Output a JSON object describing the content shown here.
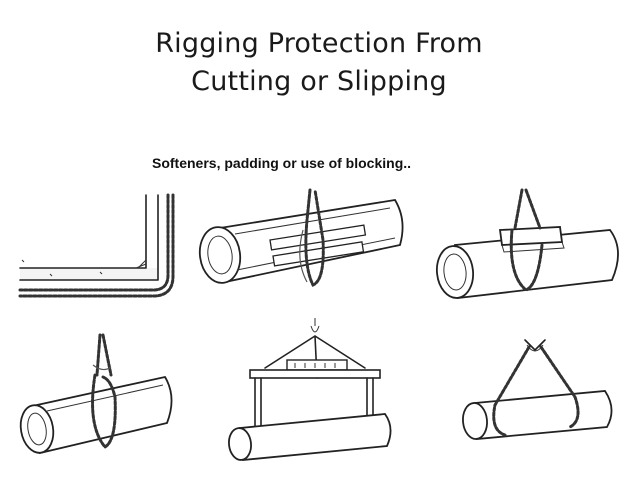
{
  "slide": {
    "title_line1": "Rigging Protection From",
    "title_line2": "Cutting or Slipping",
    "subtitle": "Softeners, padding or use of blocking.."
  },
  "illustrations": [
    {
      "id": "corner-padding",
      "icon": "rope-over-padded-corner"
    },
    {
      "id": "pipe-with-softener",
      "icon": "choker-on-pipe-with-padding"
    },
    {
      "id": "pipe-with-blocking",
      "icon": "choker-on-pipe-with-block"
    },
    {
      "id": "pipe-choker-hitch",
      "icon": "choker-hitch-on-pipe"
    },
    {
      "id": "spreader-bar-lift",
      "icon": "spreader-bar-with-pipe"
    },
    {
      "id": "basket-bridle-lift",
      "icon": "two-leg-bridle-on-pipe"
    }
  ]
}
